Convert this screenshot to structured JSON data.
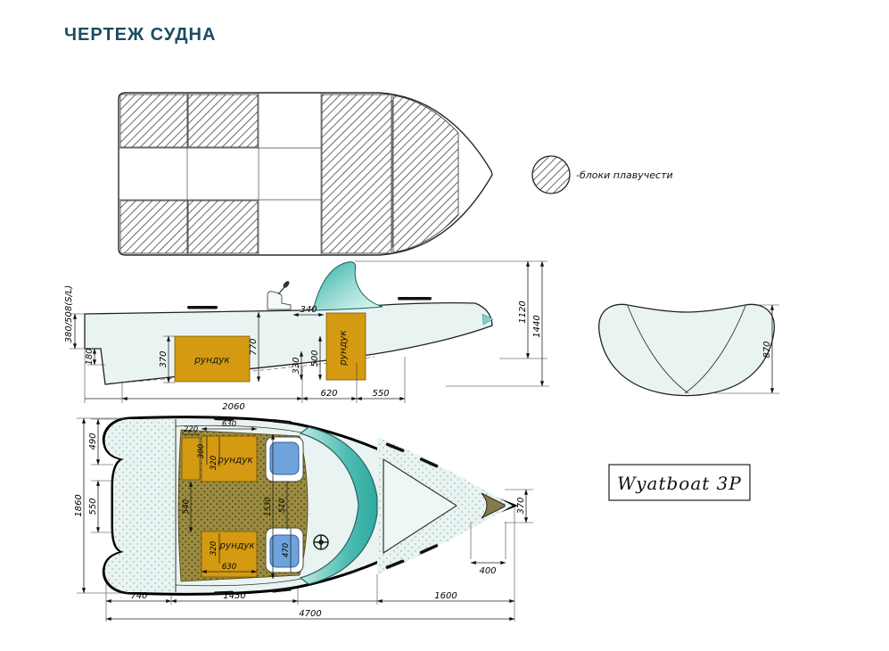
{
  "title": "ЧЕРТЕЖ СУДНА",
  "legend": {
    "label": "-блоки плавучести"
  },
  "plate": {
    "label": "Wyatboat 3P"
  },
  "side": {
    "transom_h": "380/508(S/L)",
    "step_h": "180",
    "locker_fwd_h": "370",
    "locker_fwd": "рундук",
    "cockpit_h": "770",
    "h330": "330",
    "h500": "500",
    "w340": "340",
    "locker_aft": "рундук",
    "h1120": "1120",
    "h1440": "1440",
    "l2060": "2060",
    "l620": "620",
    "l550": "550"
  },
  "section": {
    "w870": "870"
  },
  "plan": {
    "w490": "490",
    "w1860": "1860",
    "w550": "550",
    "d220": "220",
    "d630_top": "630",
    "d300": "300",
    "d320_top": "320",
    "locker_top": "рундук",
    "d540": "540",
    "d1530": "1530",
    "d510": "510",
    "d320_bot": "320",
    "locker_bot": "рундук",
    "d470": "470",
    "d630_bot": "630",
    "d370": "370",
    "d400": "400",
    "l740": "740",
    "l1450": "1450",
    "l1600": "1600",
    "l4700": "4700"
  }
}
